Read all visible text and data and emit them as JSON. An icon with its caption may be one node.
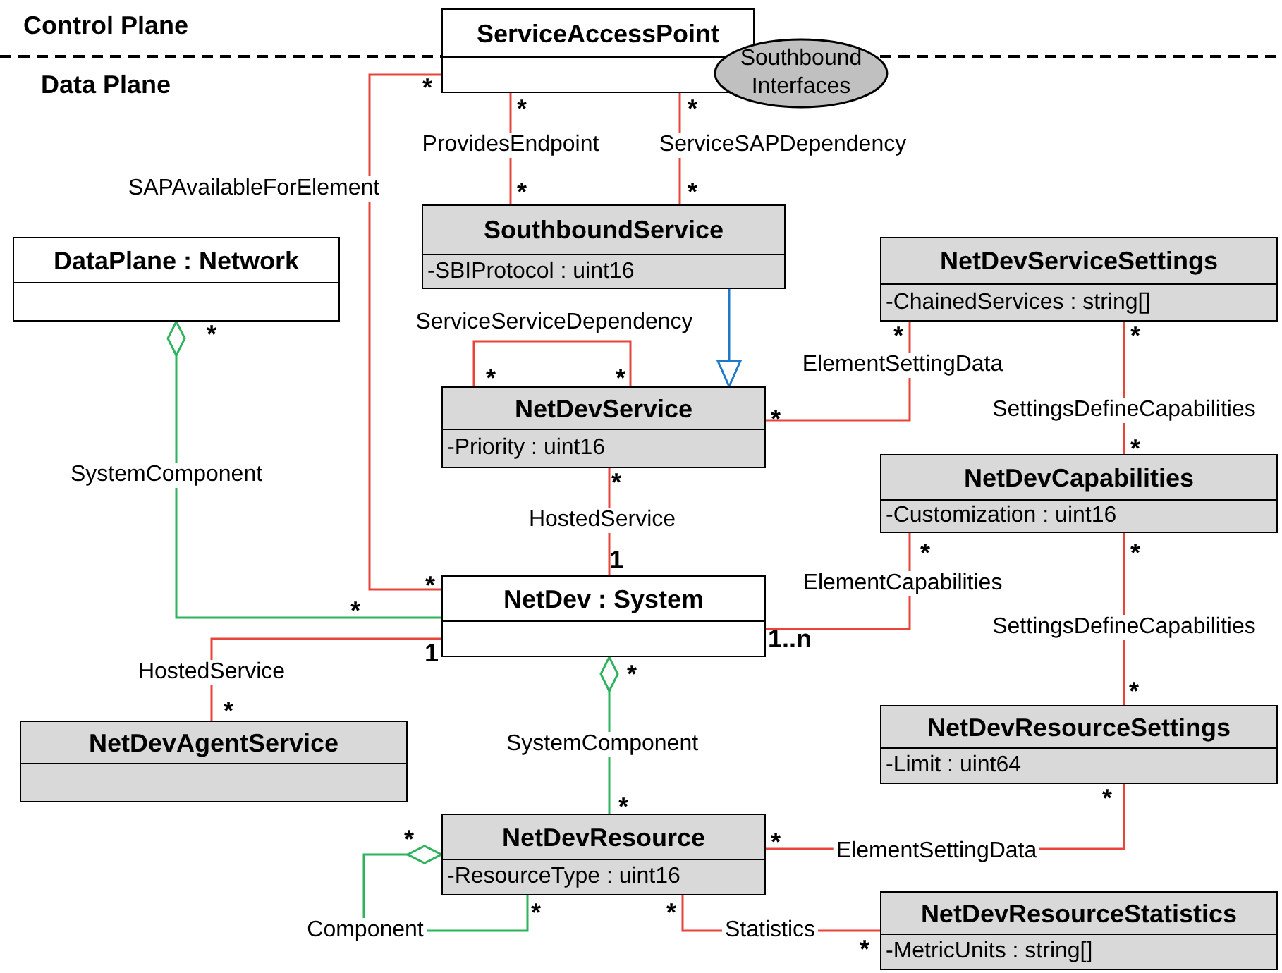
{
  "diagram": {
    "nodes": [
      {
        "text": [
          "ServiceAccessPoint"
        ]
      },
      {
        "text": [
          "Southbound Interfaces"
        ]
      },
      {
        "text": [
          "SouthboundService",
          "-SBIProtocol : uint16"
        ]
      },
      {
        "text": [
          "DataPlane : Network"
        ]
      },
      {
        "text": [
          "NetDevServiceSettings",
          "-ChainedServices : string[]"
        ]
      },
      {
        "text": [
          "NetDevService",
          "-Priority : uint16"
        ]
      },
      {
        "text": [
          "NetDevCapabilities",
          "-Customization : uint16"
        ]
      },
      {
        "text": [
          "NetDev : System"
        ]
      },
      {
        "text": [
          "NetDevAgentService"
        ]
      },
      {
        "text": [
          "NetDevResourceSettings",
          "-Limit : uint64"
        ]
      },
      {
        "text": [
          "NetDevResource",
          "-ResourceType : uint16"
        ]
      },
      {
        "text": [
          "NetDevResourceStatistics",
          "-MetricUnits : string[]"
        ]
      }
    ],
    "edges": [
      {
        "from": 0,
        "to": 7,
        "arrow": "none",
        "label": "SAPAvailableForElement"
      },
      {
        "from": 0,
        "to": 2,
        "arrow": "none",
        "label": "ProvidesEndpoint"
      },
      {
        "from": 0,
        "to": 2,
        "arrow": "none",
        "label": "ServiceSAPDependency"
      },
      {
        "from": 2,
        "to": 5,
        "arrow": "to",
        "color": "#1f78c8"
      },
      {
        "from": 5,
        "to": 5,
        "arrow": "none",
        "label": "ServiceServiceDependency"
      },
      {
        "from": 4,
        "to": 5,
        "arrow": "none",
        "label": "ElementSettingData"
      },
      {
        "from": 4,
        "to": 6,
        "arrow": "none",
        "label": "SettingsDefineCapabilities"
      },
      {
        "from": 3,
        "to": 7,
        "arrow": "other",
        "label": "SystemComponent",
        "color": "#2db35d"
      },
      {
        "from": 5,
        "to": 7,
        "arrow": "none",
        "label": "HostedService"
      },
      {
        "from": 7,
        "to": 6,
        "arrow": "none",
        "label": "ElementCapabilities"
      },
      {
        "from": 6,
        "to": 9,
        "arrow": "none",
        "label": "SettingsDefineCapabilities"
      },
      {
        "from": 7,
        "to": 8,
        "arrow": "none",
        "label": "HostedService"
      },
      {
        "from": 7,
        "to": 10,
        "arrow": "other",
        "label": "SystemComponent",
        "color": "#2db35d"
      },
      {
        "from": 10,
        "to": 10,
        "arrow": "other",
        "label": "Component",
        "color": "#2db35d"
      },
      {
        "from": 10,
        "to": 9,
        "arrow": "none",
        "label": "ElementSettingData"
      },
      {
        "from": 10,
        "to": 11,
        "arrow": "none",
        "label": "Statistics"
      }
    ],
    "labels": [
      "Control Plane",
      "Data Plane",
      "*",
      "*",
      "*",
      "*",
      "*",
      "*",
      "*",
      "*",
      "*",
      "*",
      "*",
      "*",
      "*",
      "*",
      "*",
      "1",
      "*",
      "*",
      "1..n",
      "1",
      "*",
      "*",
      "*",
      "*",
      "*",
      "*",
      "*",
      "*",
      "*",
      "*"
    ]
  }
}
